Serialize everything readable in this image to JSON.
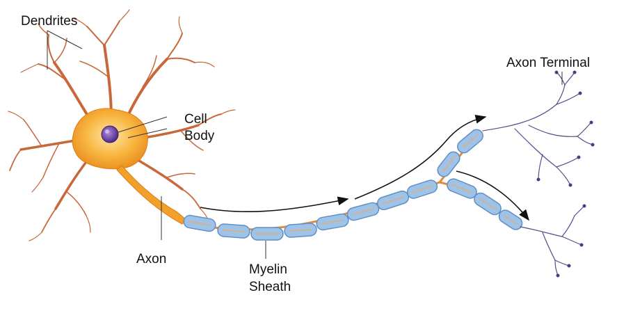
{
  "labels": {
    "dendrites": "Dendrites",
    "cell": "Cell",
    "body": "Body",
    "axon_terminal": "Axon Terminal",
    "axon": "Axon",
    "myelin": "Myelin",
    "sheath": "Sheath"
  },
  "colors": {
    "soma": "#f6a623",
    "dendrite": "#c8673a",
    "nucleus": "#6a3d9a",
    "myelin": "#9fc3e6",
    "terminal": "#5a4a8a"
  }
}
